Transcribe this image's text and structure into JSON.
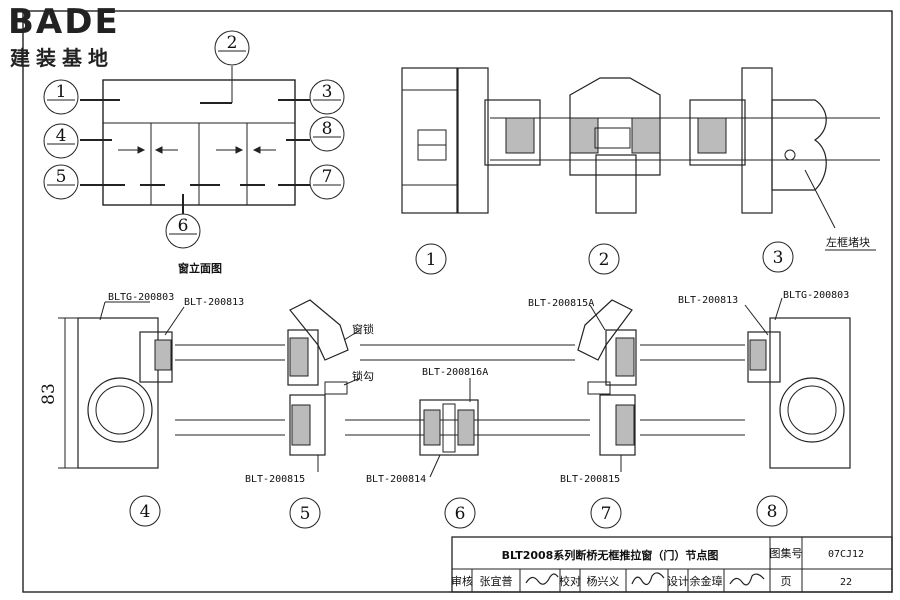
{
  "logo": {
    "brand": "BADE",
    "subtitle": "建装基地"
  },
  "elevation": {
    "title": "窗立面图",
    "callouts": [
      "1",
      "2",
      "3",
      "4",
      "5",
      "6",
      "7",
      "8"
    ]
  },
  "top_sections": {
    "labels": [
      "1",
      "2",
      "3"
    ],
    "block_label": "左框堵块"
  },
  "bottom_sections": {
    "labels": [
      "4",
      "5",
      "6",
      "7",
      "8"
    ],
    "dimension": "83",
    "parts": {
      "p4_top": "BLTG-200803",
      "p4_mid": "BLT-200813",
      "p5_bottom": "BLT-200815",
      "lock_handle": "窗锁",
      "lock_hook": "锁勾",
      "p6_top": "BLT-200816A",
      "p6_bottom": "BLT-200814",
      "p7_top": "BLT-200815A",
      "p7_bottom": "BLT-200815",
      "p8_mid": "BLT-200813",
      "p8_top": "BLTG-200803"
    }
  },
  "title_block": {
    "title": "BLT2008系列断桥无框推拉窗（门）节点图",
    "atlas_label": "图集号",
    "atlas_no": "07CJ12",
    "review_label": "审核",
    "reviewer": "张宜普",
    "check_label": "校对",
    "checker": "杨兴义",
    "design_label": "设计",
    "designer": "余金璋",
    "page_label": "页",
    "page_no": "22"
  }
}
